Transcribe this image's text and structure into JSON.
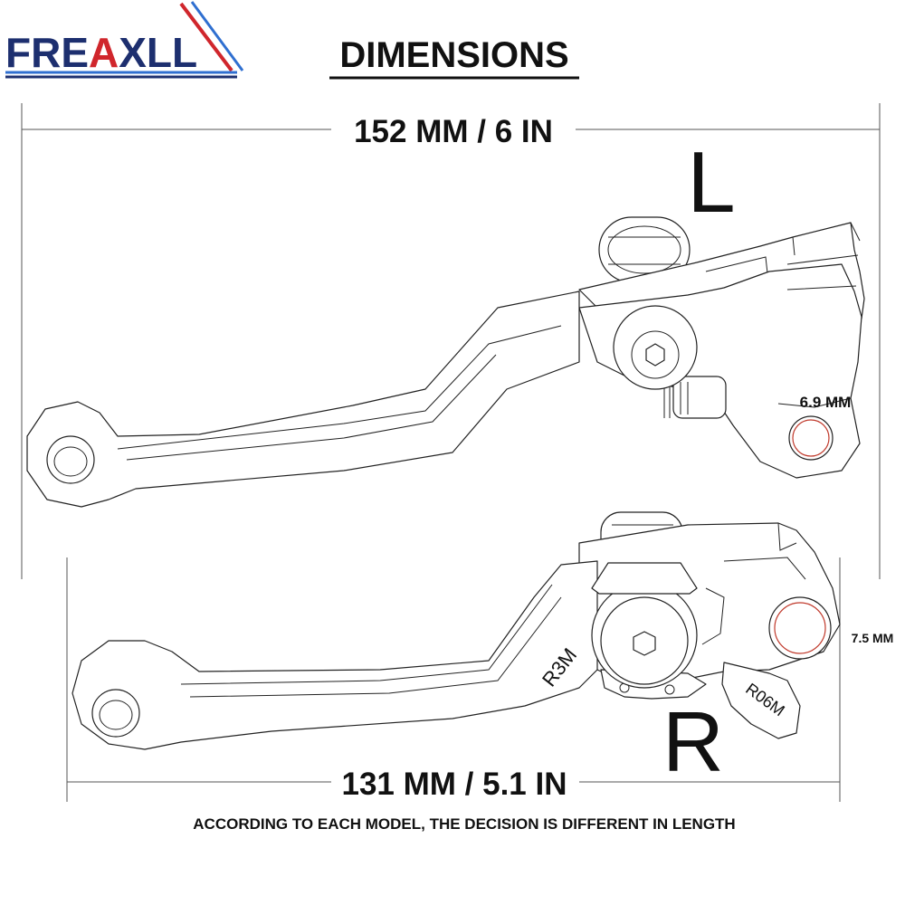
{
  "brand": {
    "name_part1": "FRE",
    "name_part2": "A",
    "name_part3": "XLL",
    "colors": {
      "navy": "#1d2f6f",
      "red": "#d0262c",
      "blue": "#2f6fd0"
    }
  },
  "header": {
    "title": "DIMENSIONS"
  },
  "left_lever": {
    "side_letter": "L",
    "length_label": "152 MM / 6 IN",
    "hole_label": "6.9 MM"
  },
  "right_lever": {
    "side_letter": "R",
    "length_label": "131 MM / 5.1 IN",
    "hole_label": "7.5 MM",
    "engraving_1": "R3M",
    "engraving_2": "R06M"
  },
  "footer": {
    "note": "ACCORDING TO EACH MODEL, THE DECISION IS DIFFERENT IN LENGTH"
  }
}
